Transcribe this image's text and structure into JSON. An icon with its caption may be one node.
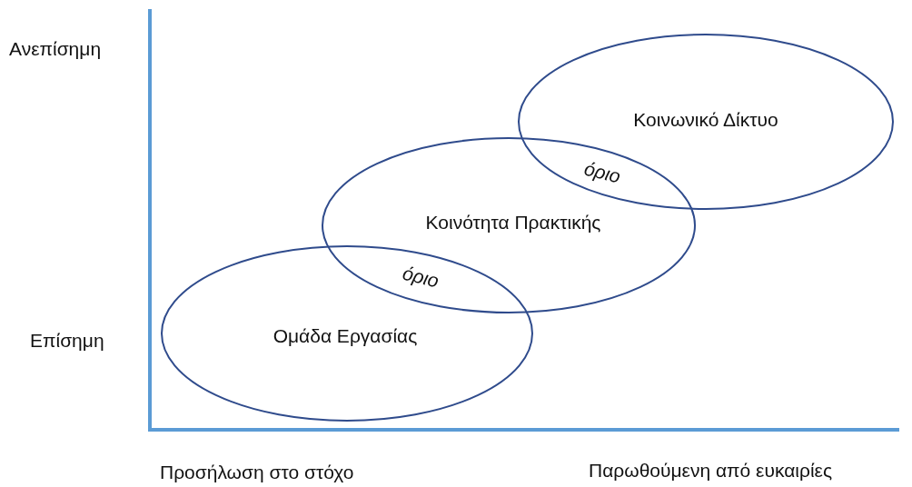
{
  "diagram": {
    "nodes": [
      {
        "text": [
          "Κοινωνικό Δίκτυο"
        ]
      },
      {
        "text": [
          "Κοινότητα Πρακτικής"
        ]
      },
      {
        "text": [
          "Ομάδα Εργασίας"
        ]
      }
    ],
    "labels": [
      "Ανεπίσημη",
      "όριο",
      "όριο",
      "Επίσημη",
      "Προσήλωση στο στόχο",
      "Παρωθούμενη από ευκαιρίες"
    ]
  }
}
